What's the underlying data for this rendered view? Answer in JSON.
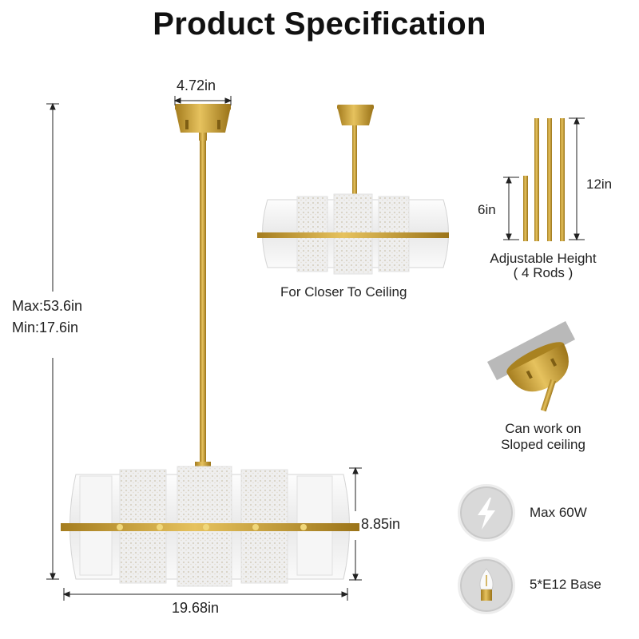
{
  "title": "Product Specification",
  "dimensions": {
    "canopy_width": "4.72in",
    "max_height": "Max:53.6in",
    "min_height": "Min:17.6in",
    "shade_height": "8.85in",
    "shade_width": "19.68in"
  },
  "closer_ceiling": {
    "caption": "For Closer To Ceiling"
  },
  "rods": {
    "short_label": "6in",
    "long_label": "12in",
    "caption_line1": "Adjustable Height",
    "caption_line2": "( 4 Rods )"
  },
  "sloped": {
    "caption_line1": "Can work on",
    "caption_line2": "Sloped ceiling"
  },
  "features": [
    {
      "icon": "lightning-bolt-icon",
      "label": "Max 60W"
    },
    {
      "icon": "candle-bulb-icon",
      "label": "5*E12 Base"
    }
  ],
  "colors": {
    "brass": "#c9a23a",
    "glass": "#f3f3f3",
    "badge": "#d9d9d9"
  }
}
